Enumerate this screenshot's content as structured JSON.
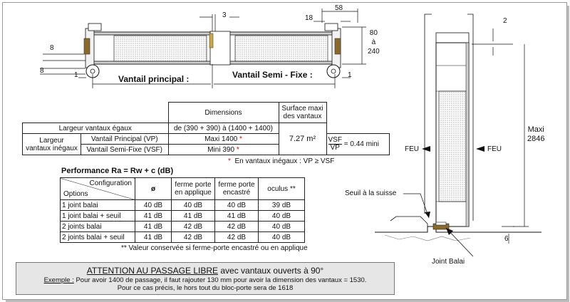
{
  "top_drawing": {
    "dim_3": "3",
    "dim_18": "18",
    "dim_58": "58",
    "dim_80_a_240_line1": "80",
    "dim_80_a_240_line2": "à",
    "dim_80_a_240_line3": "240",
    "dim_8_left": "8",
    "dim_8_bottom": "8",
    "dim_1_left": "1",
    "dim_1_right": "1",
    "label_vantail_principal": "Vantail principal :",
    "label_vantail_semi_fixe": "Vantail Semi - Fixe :"
  },
  "dimensions_table": {
    "header_dimensions": "Dimensions",
    "header_surface_line1": "Surface maxi",
    "header_surface_line2": "des vantaux",
    "row_egaux_label": "Largeur vantaux égaux",
    "row_egaux_value": "de (390 + 390) à (1400 + 1400)",
    "inegaux_label_line1": "Largeur",
    "inegaux_label_line2": "vantaux inégaux",
    "vp_label": "Vantail Principal (VP)",
    "vp_value": "Maxi 1400",
    "vsf_label": "Vantail Semi-Fixe (VSF)",
    "vsf_value": "Mini 390",
    "asterisk": "*",
    "surface_value": "7.27 m²",
    "ratio_vsf": "VSF",
    "ratio_vp": "VP",
    "ratio_value": "= 0.44 mini",
    "footnote": "En vantaux inégaux : VP ≥ VSF"
  },
  "performance": {
    "title": "Performance Ra = Rw + c (dB)",
    "col_config": "Configuration",
    "col_options": "Options",
    "col_none": "ø",
    "col_applique_line1": "ferme porte",
    "col_applique_line2": "en applique",
    "col_encastre_line1": "ferme porte",
    "col_encastre_line2": "encastré",
    "col_oculus": "oculus **",
    "rows": [
      {
        "option": "1 joint balai",
        "v1": "40 dB",
        "v2": "40 dB",
        "v3": "40 dB",
        "v4": "39 dB"
      },
      {
        "option": "1 joint balai + seuil",
        "v1": "41 dB",
        "v2": "41 dB",
        "v3": "41 dB",
        "v4": "40 dB"
      },
      {
        "option": "2 joints balai",
        "v1": "41 dB",
        "v2": "42 dB",
        "v3": "42 dB",
        "v4": "40 dB"
      },
      {
        "option": "2 joints balai + seuil",
        "v1": "41 dB",
        "v2": "42 dB",
        "v3": "42 dB",
        "v4": "40 dB"
      }
    ],
    "footnote": "** Valeur conservée si ferme-porte encastré ou en applique"
  },
  "attention": {
    "headline_bold": "ATTENTION AU PASSAGE LIBRE",
    "headline_rest": " avec vantaux ouverts à 90°",
    "example_label": "Exemple :",
    "example_text": " Pour avoir 1400 de passage, il faut rajouter 130 mm pour avoir la dimension des vantaux = 1530.",
    "line3": "Pour ce cas précis, le hors tout du bloc-porte sera de 1618"
  },
  "side_drawing": {
    "dim_2": "2",
    "maxi_line1": "Maxi",
    "maxi_line2": "2846",
    "feu_left": "FEU",
    "feu_right": "FEU",
    "seuil_label": "Seuil à la suisse",
    "dim_6": "6",
    "joint_balai": "Joint Balai"
  },
  "colors": {
    "panel_stroke": "#111111",
    "leaf_fill": "#d8d8d8",
    "insulation_fill": "#efefef",
    "frame_border": "#9a9a9a",
    "red_asterisk": "#e00000",
    "attention_bg": "#e6e6e6",
    "brown_seal": "#8a6a2a"
  }
}
